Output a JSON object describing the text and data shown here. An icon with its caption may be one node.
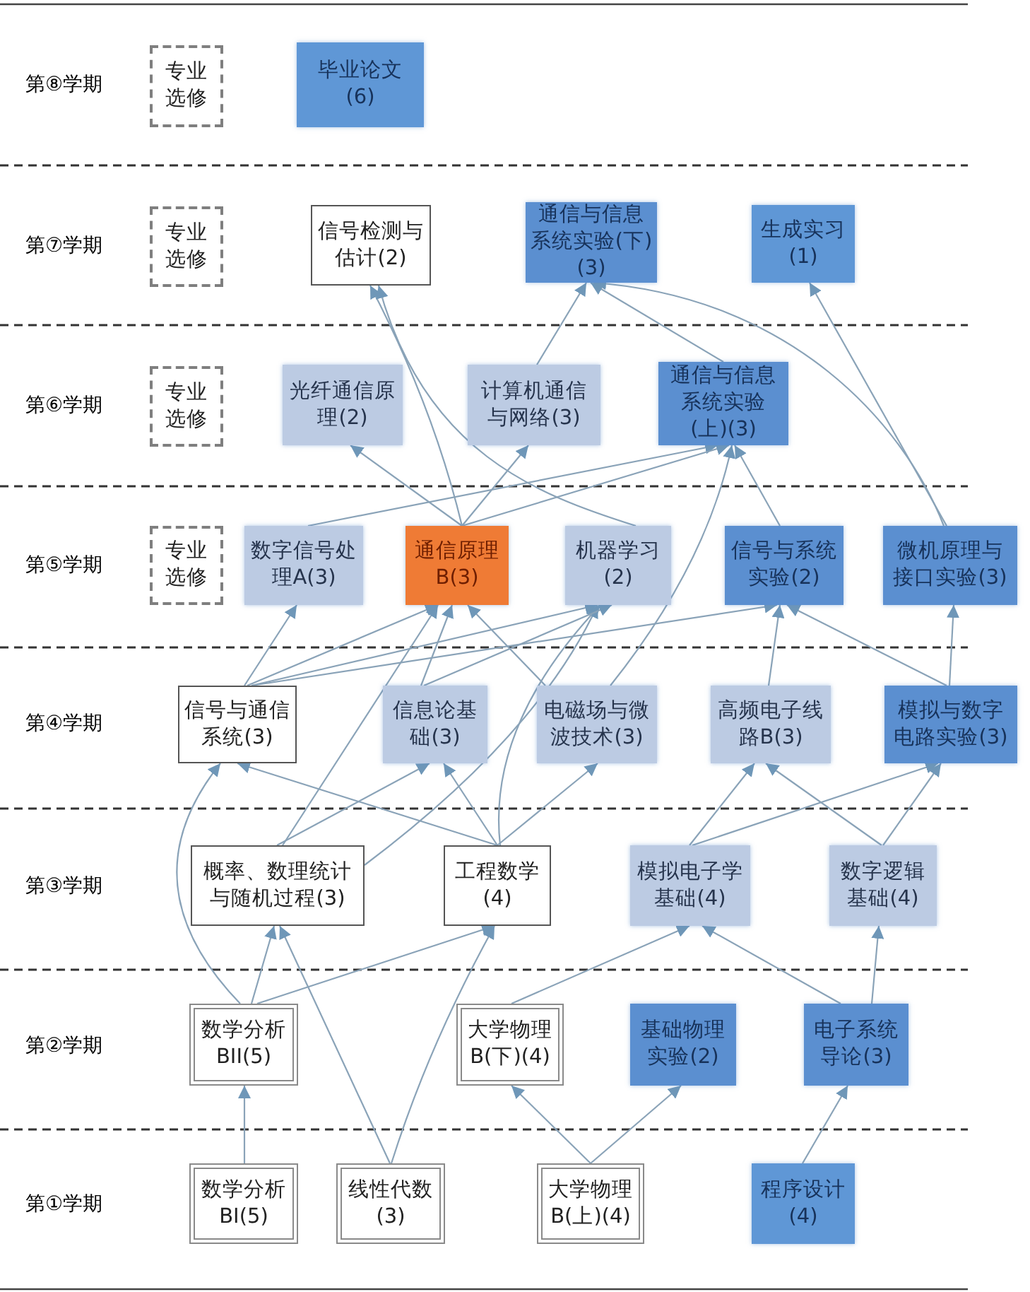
{
  "diagram": {
    "nodes": [
      {
        "text": [
          "专业选修"
        ]
      },
      {
        "text": [
          "毕业论文 (6)"
        ]
      },
      {
        "text": [
          "专业选修"
        ]
      },
      {
        "text": [
          "信号检测与估计(2)"
        ]
      },
      {
        "text": [
          "通信与信息系统实验(下)(3)"
        ]
      },
      {
        "text": [
          "生成实习 (1)"
        ]
      },
      {
        "text": [
          "专业选修"
        ]
      },
      {
        "text": [
          "光纤通信原理(2)"
        ]
      },
      {
        "text": [
          "计算机通信与网络(3)"
        ]
      },
      {
        "text": [
          "通信与信息系统实验(上)(3)"
        ]
      },
      {
        "text": [
          "专业选修"
        ]
      },
      {
        "text": [
          "数字信号处理A(3)"
        ]
      },
      {
        "text": [
          "通信原理B(3)"
        ]
      },
      {
        "text": [
          "机器学习 (2)"
        ]
      },
      {
        "text": [
          "信号与系统实验(2)"
        ]
      },
      {
        "text": [
          "微机原理与接口实验(3)"
        ]
      },
      {
        "text": [
          "信号与通信系统(3)"
        ]
      },
      {
        "text": [
          "信息论基础(3)"
        ]
      },
      {
        "text": [
          "电磁场与微波技术(3)"
        ]
      },
      {
        "text": [
          "高频电子线路B(3)"
        ]
      },
      {
        "text": [
          "模拟与数字电路实验(3)"
        ]
      },
      {
        "text": [
          "概率、数理统计与随机过程(3)"
        ]
      },
      {
        "text": [
          "工程数学 (4)"
        ]
      },
      {
        "text": [
          "模拟电子学基础(4)"
        ]
      },
      {
        "text": [
          "数字逻辑基础(4)"
        ]
      },
      {
        "text": [
          "数学分析BII(5)"
        ]
      },
      {
        "text": [
          "大学物理B(下)(4)"
        ]
      },
      {
        "text": [
          "基础物理实验(2)"
        ]
      },
      {
        "text": [
          "电子系统导论(3)"
        ]
      },
      {
        "text": [
          "数学分析BI(5)"
        ]
      },
      {
        "text": [
          "线性代数 (3)"
        ]
      },
      {
        "text": [
          "大学物理B(上)(4)"
        ]
      },
      {
        "text": [
          "程序设计 (4)"
        ]
      }
    ],
    "edges": [
      {
        "from": 29,
        "to": 25,
        "arrow": "to"
      },
      {
        "from": 31,
        "to": 26,
        "arrow": "to"
      },
      {
        "from": 31,
        "to": 27,
        "arrow": "to"
      },
      {
        "from": 32,
        "to": 28,
        "arrow": "to"
      },
      {
        "from": 25,
        "to": 21,
        "arrow": "to"
      },
      {
        "from": 25,
        "to": 22,
        "arrow": "to"
      },
      {
        "from": 30,
        "to": 21,
        "arrow": "to"
      },
      {
        "from": 30,
        "to": 22,
        "arrow": "to"
      },
      {
        "from": 26,
        "to": 23,
        "arrow": "to"
      },
      {
        "from": 28,
        "to": 23,
        "arrow": "to"
      },
      {
        "from": 28,
        "to": 24,
        "arrow": "to"
      },
      {
        "from": 25,
        "to": 16,
        "arrow": "to"
      },
      {
        "from": 21,
        "to": 12,
        "arrow": "to"
      },
      {
        "from": 21,
        "to": 17,
        "arrow": "to"
      },
      {
        "from": 21,
        "to": 13,
        "arrow": "to"
      },
      {
        "from": 22,
        "to": 16,
        "arrow": "to"
      },
      {
        "from": 22,
        "to": 17,
        "arrow": "to"
      },
      {
        "from": 22,
        "to": 18,
        "arrow": "to"
      },
      {
        "from": 22,
        "to": 13,
        "arrow": "to"
      },
      {
        "from": 23,
        "to": 19,
        "arrow": "to"
      },
      {
        "from": 23,
        "to": 20,
        "arrow": "to"
      },
      {
        "from": 24,
        "to": 19,
        "arrow": "to"
      },
      {
        "from": 24,
        "to": 20,
        "arrow": "to"
      },
      {
        "from": 16,
        "to": 11,
        "arrow": "to"
      },
      {
        "from": 16,
        "to": 12,
        "arrow": "to"
      },
      {
        "from": 16,
        "to": 13,
        "arrow": "to"
      },
      {
        "from": 16,
        "to": 14,
        "arrow": "to"
      },
      {
        "from": 17,
        "to": 12,
        "arrow": "to"
      },
      {
        "from": 17,
        "to": 13,
        "arrow": "to"
      },
      {
        "from": 18,
        "to": 12,
        "arrow": "to"
      },
      {
        "from": 18,
        "to": 9,
        "arrow": "to"
      },
      {
        "from": 19,
        "to": 14,
        "arrow": "to"
      },
      {
        "from": 20,
        "to": 14,
        "arrow": "to"
      },
      {
        "from": 20,
        "to": 15,
        "arrow": "to"
      },
      {
        "from": 11,
        "to": 9,
        "arrow": "to"
      },
      {
        "from": 12,
        "to": 9,
        "arrow": "to"
      },
      {
        "from": 12,
        "to": 7,
        "arrow": "to"
      },
      {
        "from": 12,
        "to": 8,
        "arrow": "to"
      },
      {
        "from": 12,
        "to": 3,
        "arrow": "to"
      },
      {
        "from": 13,
        "to": 3,
        "arrow": "to"
      },
      {
        "from": 14,
        "to": 9,
        "arrow": "to"
      },
      {
        "from": 15,
        "to": 5,
        "arrow": "to"
      },
      {
        "from": 15,
        "to": 4,
        "arrow": "to"
      },
      {
        "from": 8,
        "to": 4,
        "arrow": "to"
      },
      {
        "from": 9,
        "to": 4,
        "arrow": "to"
      }
    ],
    "labels": [
      "第⑧学期",
      "第⑦学期",
      "第⑥学期",
      "第⑤学期",
      "第④学期",
      "第③学期",
      "第②学期",
      "第①学期"
    ]
  }
}
